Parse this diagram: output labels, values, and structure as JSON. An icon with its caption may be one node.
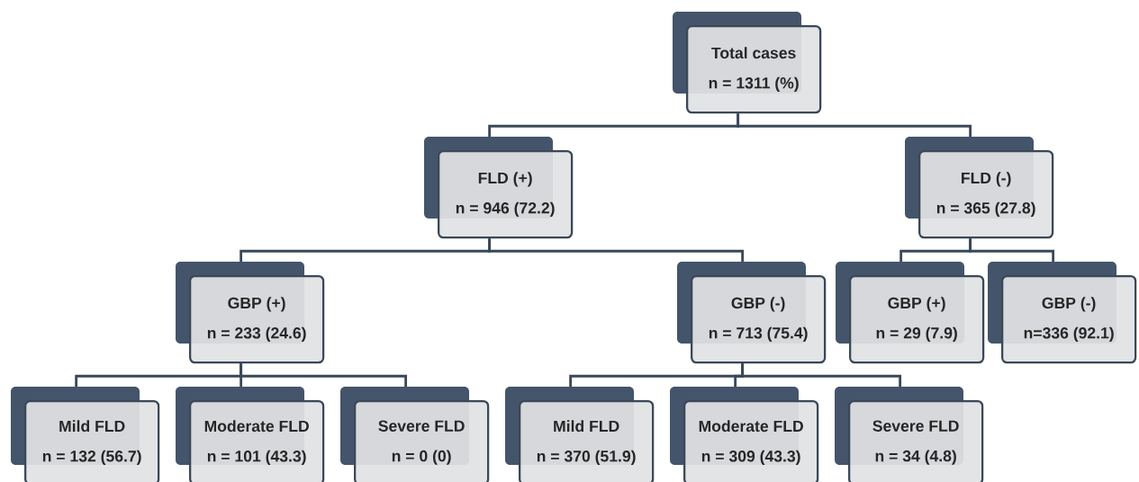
{
  "diagram": {
    "nodes": [
      {
        "text": [
          "Total cases",
          "n = 1311 (%)"
        ]
      },
      {
        "text": [
          "FLD (+)",
          "n = 946 (72.2)"
        ]
      },
      {
        "text": [
          "FLD (-)",
          "n = 365 (27.8)"
        ]
      },
      {
        "text": [
          "GBP (+)",
          "n = 233 (24.6)"
        ]
      },
      {
        "text": [
          "GBP (-)",
          "n = 713 (75.4)"
        ]
      },
      {
        "text": [
          "GBP (+)",
          "n = 29 (7.9)"
        ]
      },
      {
        "text": [
          "GBP (-)",
          "n=336 (92.1)"
        ]
      },
      {
        "text": [
          "Mild FLD",
          "n = 132 (56.7)"
        ]
      },
      {
        "text": [
          "Moderate FLD",
          "n = 101 (43.3)"
        ]
      },
      {
        "text": [
          "Severe FLD",
          "n = 0 (0)"
        ]
      },
      {
        "text": [
          "Mild FLD",
          "n = 370 (51.9)"
        ]
      },
      {
        "text": [
          "Moderate FLD",
          "n = 309 (43.3)"
        ]
      },
      {
        "text": [
          "Severe FLD",
          "n = 34 (4.8)"
        ]
      }
    ],
    "edges": [
      {
        "from": 0,
        "to": 1,
        "arrow": "none"
      },
      {
        "from": 0,
        "to": 2,
        "arrow": "none"
      },
      {
        "from": 1,
        "to": 3,
        "arrow": "none"
      },
      {
        "from": 1,
        "to": 4,
        "arrow": "none"
      },
      {
        "from": 2,
        "to": 5,
        "arrow": "none"
      },
      {
        "from": 2,
        "to": 6,
        "arrow": "none"
      },
      {
        "from": 3,
        "to": 7,
        "arrow": "none"
      },
      {
        "from": 3,
        "to": 8,
        "arrow": "none"
      },
      {
        "from": 3,
        "to": 9,
        "arrow": "none"
      },
      {
        "from": 4,
        "to": 10,
        "arrow": "none"
      },
      {
        "from": 4,
        "to": 11,
        "arrow": "none"
      },
      {
        "from": 4,
        "to": 12,
        "arrow": "none"
      }
    ]
  }
}
